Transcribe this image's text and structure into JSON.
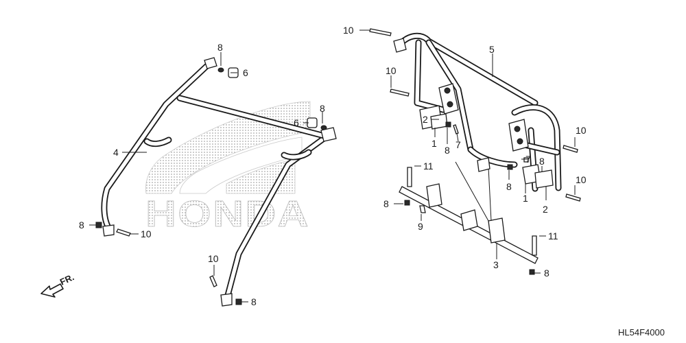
{
  "diagram": {
    "watermark_text": "HONDA",
    "front_indicator": "FR.",
    "diagram_code": "HL54F4000",
    "callouts": [
      {
        "id": "c-10-a",
        "label": "10"
      },
      {
        "id": "c-5",
        "label": "5"
      },
      {
        "id": "c-10-b",
        "label": "10"
      },
      {
        "id": "c-8-a",
        "label": "8"
      },
      {
        "id": "c-6-a",
        "label": "6"
      },
      {
        "id": "c-8-b",
        "label": "8"
      },
      {
        "id": "c-6-b",
        "label": "6"
      },
      {
        "id": "c-4",
        "label": "4"
      },
      {
        "id": "c-2-a",
        "label": "2"
      },
      {
        "id": "c-1-a",
        "label": "1"
      },
      {
        "id": "c-8-c",
        "label": "8"
      },
      {
        "id": "c-7-a",
        "label": "7"
      },
      {
        "id": "c-10-c",
        "label": "10"
      },
      {
        "id": "c-7-b",
        "label": "7"
      },
      {
        "id": "c-8-d",
        "label": "8"
      },
      {
        "id": "c-11-a",
        "label": "11"
      },
      {
        "id": "c-8-e",
        "label": "8"
      },
      {
        "id": "c-10-d",
        "label": "10"
      },
      {
        "id": "c-1-b",
        "label": "1"
      },
      {
        "id": "c-2-b",
        "label": "2"
      },
      {
        "id": "c-8-f",
        "label": "8"
      },
      {
        "id": "c-9",
        "label": "9"
      },
      {
        "id": "c-8-g",
        "label": "8"
      },
      {
        "id": "c-10-e",
        "label": "10"
      },
      {
        "id": "c-11-b",
        "label": "11"
      },
      {
        "id": "c-3",
        "label": "3"
      },
      {
        "id": "c-10-f",
        "label": "10"
      },
      {
        "id": "c-8-h",
        "label": "8"
      },
      {
        "id": "c-8-i",
        "label": "8"
      }
    ]
  }
}
